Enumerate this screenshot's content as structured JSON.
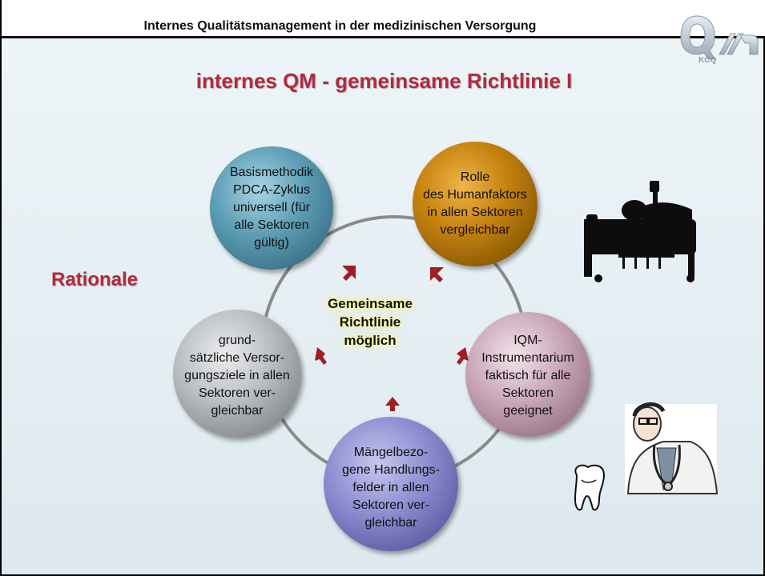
{
  "header": {
    "title": "Internes Qualitätsmanagement in der medizinischen Versorgung",
    "logo_text": "KCQ"
  },
  "slide": {
    "title": "internes QM - gemeinsame Richtlinie I",
    "side_label": "Rationale"
  },
  "diagram": {
    "center": "Gemeinsame\nRichtlinie\nmöglich",
    "nodes": [
      {
        "id": "basis",
        "text": "Basismethodik\nPDCA-Zyklus\nuniversell (für\nalle Sektoren\ngültig)",
        "color": "#5b9db3"
      },
      {
        "id": "rolle",
        "text": "Rolle\ndes Humanfaktors\nin allen Sektoren\nvergleichbar",
        "color": "#c27f0a"
      },
      {
        "id": "iqm",
        "text": "IQM-\nInstrumentarium\nfaktisch für alle\nSektoren\ngeeignet",
        "color": "#c9a6b7"
      },
      {
        "id": "maengel",
        "text": "Mängelbezo-\ngene Handlungs-\nfelder in allen\nSektoren ver-\ngleichbar",
        "color": "#8c8cd0"
      },
      {
        "id": "grund",
        "text": "grund-\nsätzliche Versor-\ngungsziele in allen\nSektoren ver-\ngleichbar",
        "color": "#b8bcc0"
      }
    ],
    "arrow_color": "#a11d22",
    "ring_color": "#8a8a8a"
  },
  "illustrations": [
    "patient-bed-icon",
    "doctor-icon",
    "tooth-icon"
  ]
}
